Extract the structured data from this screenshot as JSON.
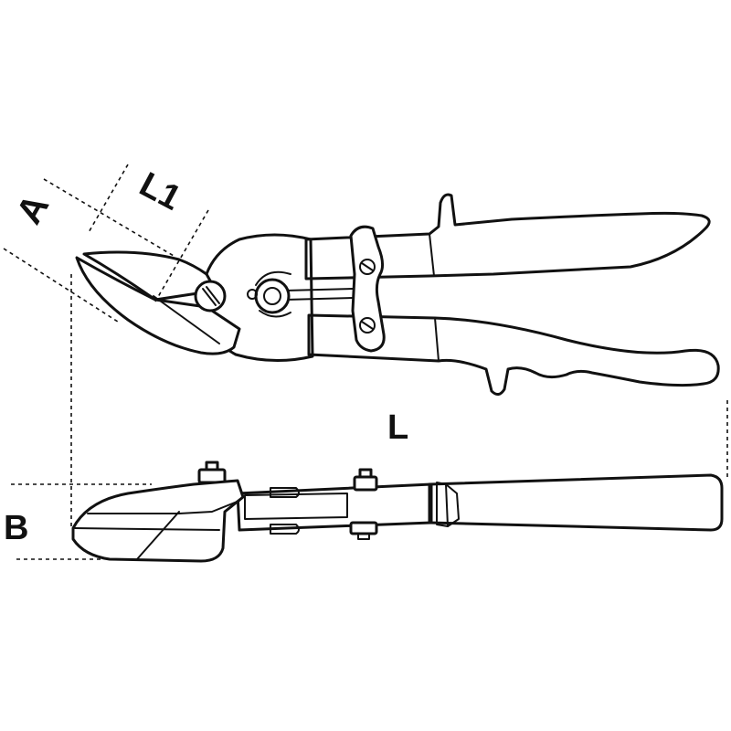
{
  "labels": {
    "jaw_width": "A",
    "cut_length": "L1",
    "overall_length": "L",
    "thickness": "B"
  },
  "colors": {
    "ink": "#111111",
    "background": "#ffffff"
  }
}
